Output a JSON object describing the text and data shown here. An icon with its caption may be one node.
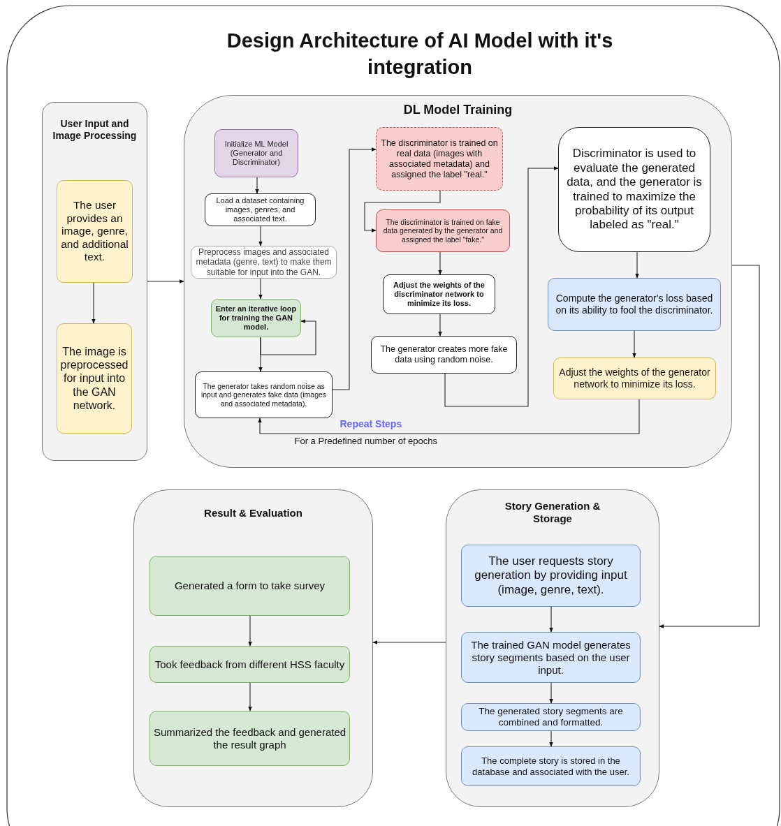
{
  "diagram": {
    "title": "Design Architecture of AI Model with it's integration",
    "nodes": [
      {
        "text": [
          "User Input and Image Processing"
        ]
      },
      {
        "text": [
          "The user provides an image, genre, and additional text."
        ],
        "in": 0
      },
      {
        "text": [
          "The image is preprocessed for input into the GAN network."
        ],
        "in": 0
      },
      {
        "text": [
          "DL Model Training"
        ]
      },
      {
        "text": [
          "Initialize ML Model (Generator and Discriminator)"
        ],
        "in": 3
      },
      {
        "text": [
          "Load a dataset containing images, genres, and associated text."
        ],
        "in": 3
      },
      {
        "text": [
          "Preprocess images and associated metadata (genre, text) to make them suitable for input into the GAN."
        ],
        "in": 3
      },
      {
        "text": [
          "Enter an iterative loop for training the GAN model."
        ],
        "in": 3
      },
      {
        "text": [
          "The generator takes random noise as input and generates fake data (images and associated metadata)."
        ],
        "in": 3
      },
      {
        "text": [
          "The discriminator is trained on real data (images with associated metadata) and assigned the label \"real.\""
        ],
        "in": 3
      },
      {
        "text": [
          "The discriminator is trained on fake data generated by the generator and assigned the label \"fake.\""
        ],
        "in": 3
      },
      {
        "text": [
          "Adjust the weights of the discriminator network to minimize its loss."
        ],
        "in": 3
      },
      {
        "text": [
          "The generator creates more fake data using random noise."
        ],
        "in": 3
      },
      {
        "text": [
          "Discriminator is used to evaluate the generated data, and the generator is trained to maximize the probability of its output labeled as \"real.\""
        ],
        "in": 3
      },
      {
        "text": [
          "Compute the generator's loss based on its ability to fool the discriminator."
        ],
        "in": 3
      },
      {
        "text": [
          "Adjust the weights of the generator network to minimize its loss."
        ],
        "in": 3
      },
      {
        "text": [
          "Result & Evaluation"
        ]
      },
      {
        "text": [
          "Generated a form to take survey"
        ],
        "in": 16
      },
      {
        "text": [
          "Took feedback from different HSS faculty"
        ],
        "in": 16
      },
      {
        "text": [
          "Summarized the feedback and generated the result graph"
        ],
        "in": 16
      },
      {
        "text": [
          "Story Generation & Storage"
        ]
      },
      {
        "text": [
          "The user requests story generation by providing input (image, genre, text)."
        ],
        "in": 20
      },
      {
        "text": [
          "The trained GAN model generates story segments based on the user input."
        ],
        "in": 20
      },
      {
        "text": [
          "The generated story segments are combined and formatted."
        ],
        "in": 20
      },
      {
        "text": [
          "The complete story is stored in the database and associated with the user."
        ],
        "in": 20
      }
    ],
    "edges": [
      {
        "from": 1,
        "to": 2,
        "arrow": "to"
      },
      {
        "from": 0,
        "to": 3,
        "arrow": "to"
      },
      {
        "from": 4,
        "to": 5,
        "arrow": "to"
      },
      {
        "from": 5,
        "to": 6,
        "arrow": "to"
      },
      {
        "from": 6,
        "to": 7,
        "arrow": "to"
      },
      {
        "from": 7,
        "to": 8,
        "arrow": "to"
      },
      {
        "from": 7,
        "to": 7,
        "arrow": "to"
      },
      {
        "from": 8,
        "to": 9,
        "arrow": "to"
      },
      {
        "from": 9,
        "to": 10,
        "arrow": "to"
      },
      {
        "from": 10,
        "to": 11,
        "arrow": "to"
      },
      {
        "from": 11,
        "to": 12,
        "arrow": "to"
      },
      {
        "from": 12,
        "to": 13,
        "arrow": "to"
      },
      {
        "from": 13,
        "to": 14,
        "arrow": "to"
      },
      {
        "from": 14,
        "to": 15,
        "arrow": "to"
      },
      {
        "from": 15,
        "to": 8,
        "arrow": "to",
        "label": "Repeat Steps"
      },
      {
        "from": 3,
        "to": 20,
        "arrow": "to"
      },
      {
        "from": 21,
        "to": 22,
        "arrow": "to"
      },
      {
        "from": 22,
        "to": 23,
        "arrow": "to"
      },
      {
        "from": 23,
        "to": 24,
        "arrow": "to"
      },
      {
        "from": 20,
        "to": 16,
        "arrow": "to"
      },
      {
        "from": 17,
        "to": 18,
        "arrow": "to"
      },
      {
        "from": 18,
        "to": 19,
        "arrow": "to"
      }
    ],
    "labels": [
      "For a Predefined number of epochs"
    ]
  }
}
